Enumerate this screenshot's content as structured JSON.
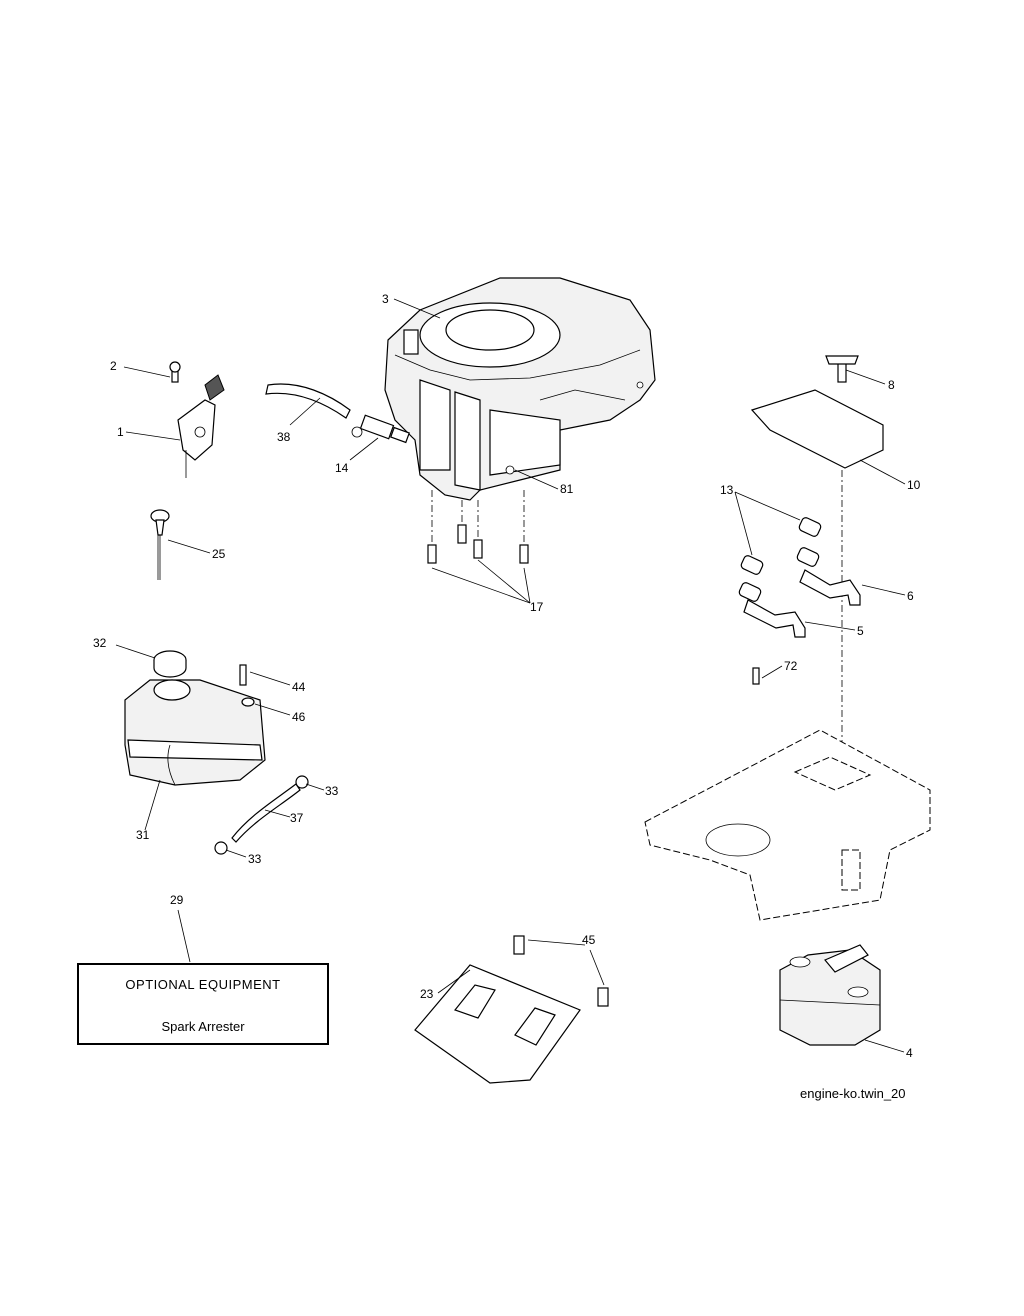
{
  "diagram": {
    "callouts": [
      {
        "id": "c3",
        "text": "3"
      },
      {
        "id": "c2",
        "text": "2"
      },
      {
        "id": "c1",
        "text": "1"
      },
      {
        "id": "c38",
        "text": "38"
      },
      {
        "id": "c14",
        "text": "14"
      },
      {
        "id": "c81",
        "text": "81"
      },
      {
        "id": "c25",
        "text": "25"
      },
      {
        "id": "c17",
        "text": "17"
      },
      {
        "id": "c8",
        "text": "8"
      },
      {
        "id": "c10",
        "text": "10"
      },
      {
        "id": "c13",
        "text": "13"
      },
      {
        "id": "c6",
        "text": "6"
      },
      {
        "id": "c5",
        "text": "5"
      },
      {
        "id": "c72",
        "text": "72"
      },
      {
        "id": "c32",
        "text": "32"
      },
      {
        "id": "c44",
        "text": "44"
      },
      {
        "id": "c46",
        "text": "46"
      },
      {
        "id": "c33a",
        "text": "33"
      },
      {
        "id": "c37",
        "text": "37"
      },
      {
        "id": "c31",
        "text": "31"
      },
      {
        "id": "c33b",
        "text": "33"
      },
      {
        "id": "c29",
        "text": "29"
      },
      {
        "id": "c45",
        "text": "45"
      },
      {
        "id": "c23",
        "text": "23"
      },
      {
        "id": "c4",
        "text": "4"
      }
    ],
    "optional_box": {
      "title": "OPTIONAL EQUIPMENT",
      "item": "Spark Arrester"
    },
    "drawing_id": "engine-ko.twin_20"
  }
}
